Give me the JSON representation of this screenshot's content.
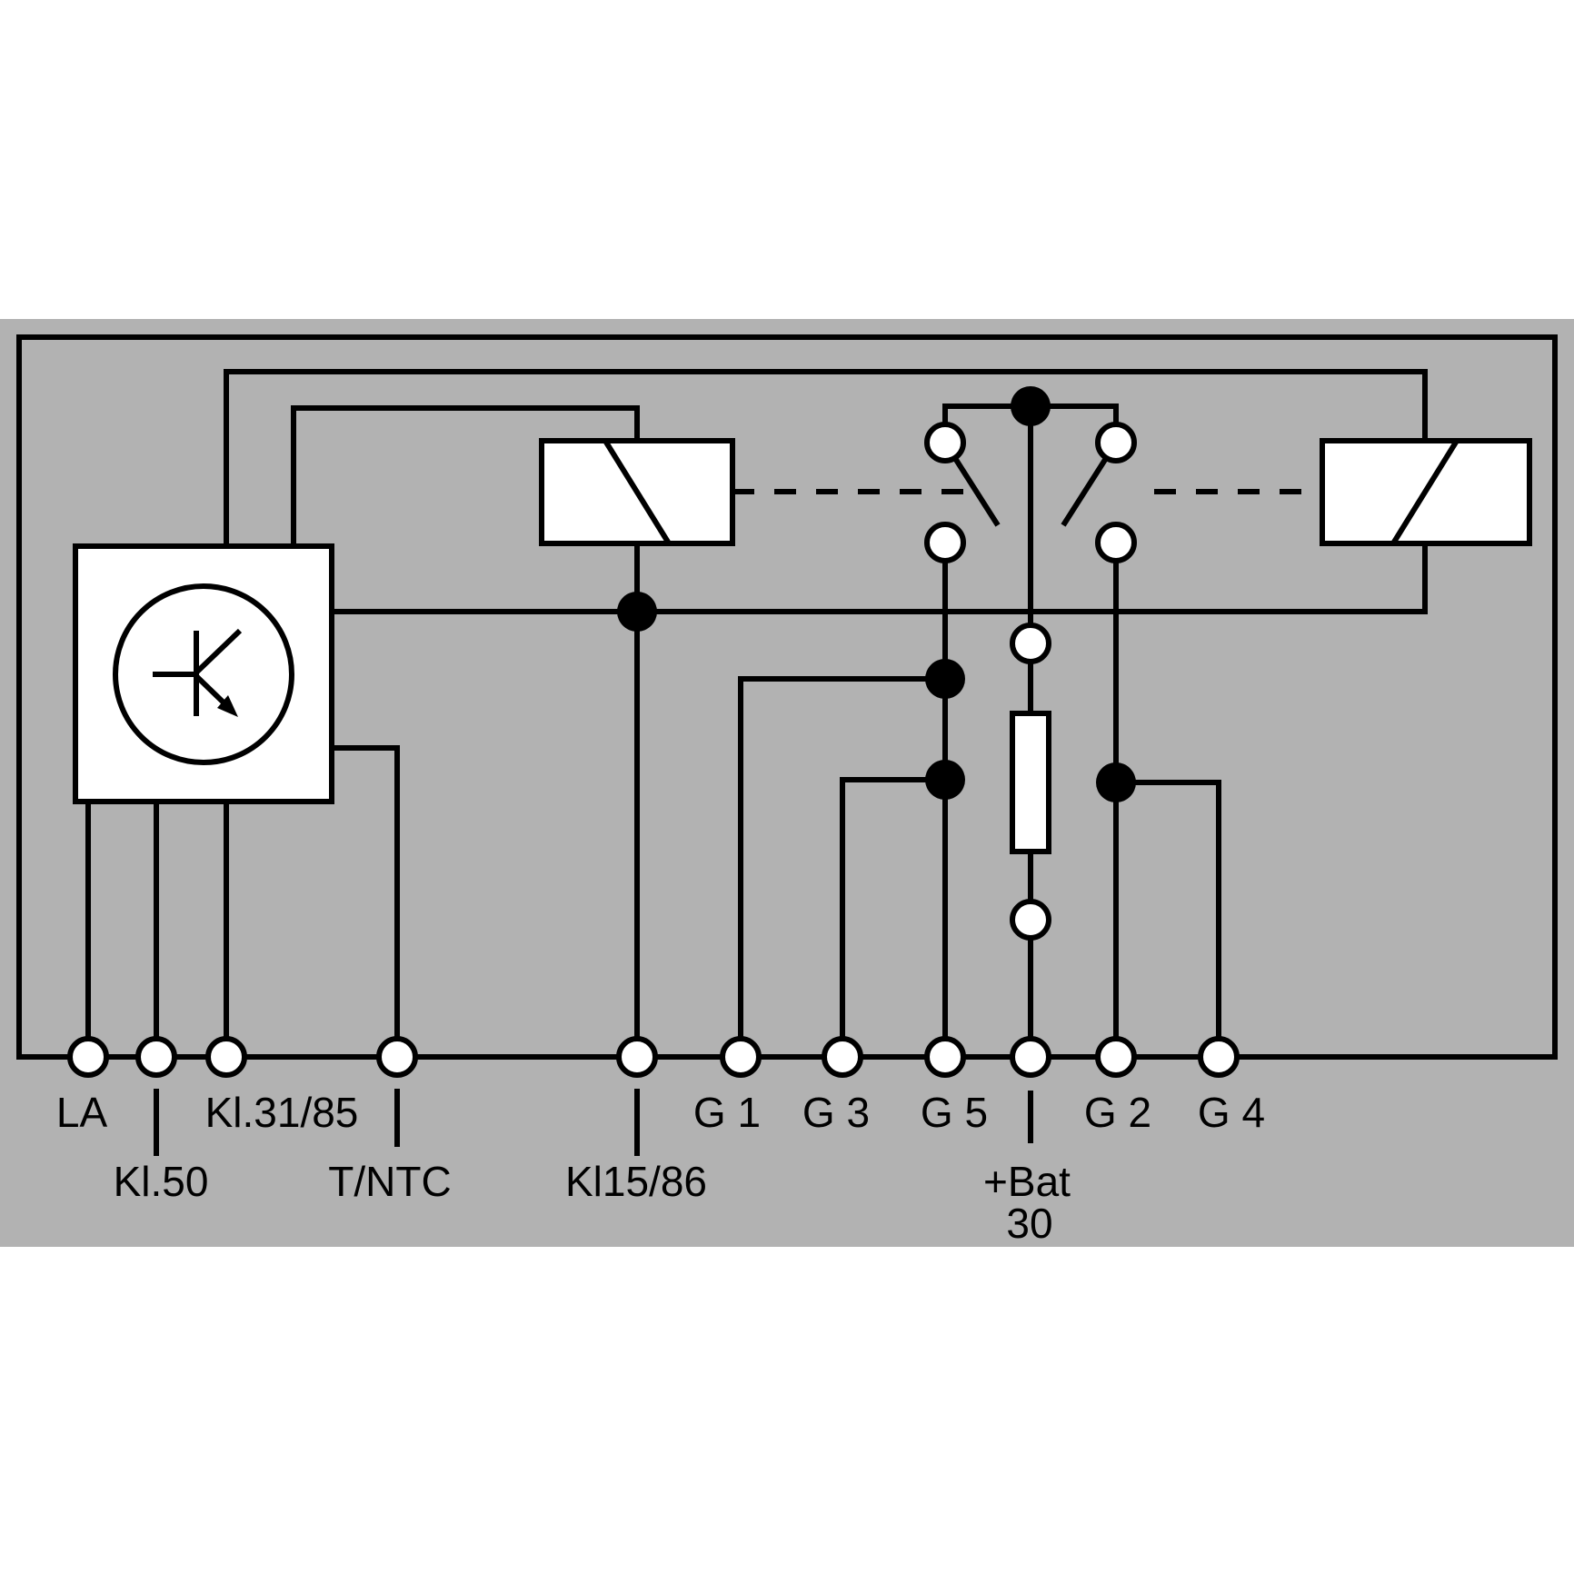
{
  "colors": {
    "background": "#ffffff",
    "panel": "#b2b2b2",
    "line": "#000000",
    "fill": "#ffffff"
  },
  "schematic": {
    "kind": "glow-plug-relay-wiring-diagram",
    "pins": {
      "la": "LA",
      "kl50": "Kl.50",
      "kl31_85": "Kl.31/85",
      "t_ntc": "T/NTC",
      "kl15_86": "Kl15/86",
      "g1": "G 1",
      "g3": "G 3",
      "g5": "G 5",
      "bat_plus": "+Bat",
      "bat_30": "30",
      "g2": "G 2",
      "g4": "G 4"
    }
  }
}
